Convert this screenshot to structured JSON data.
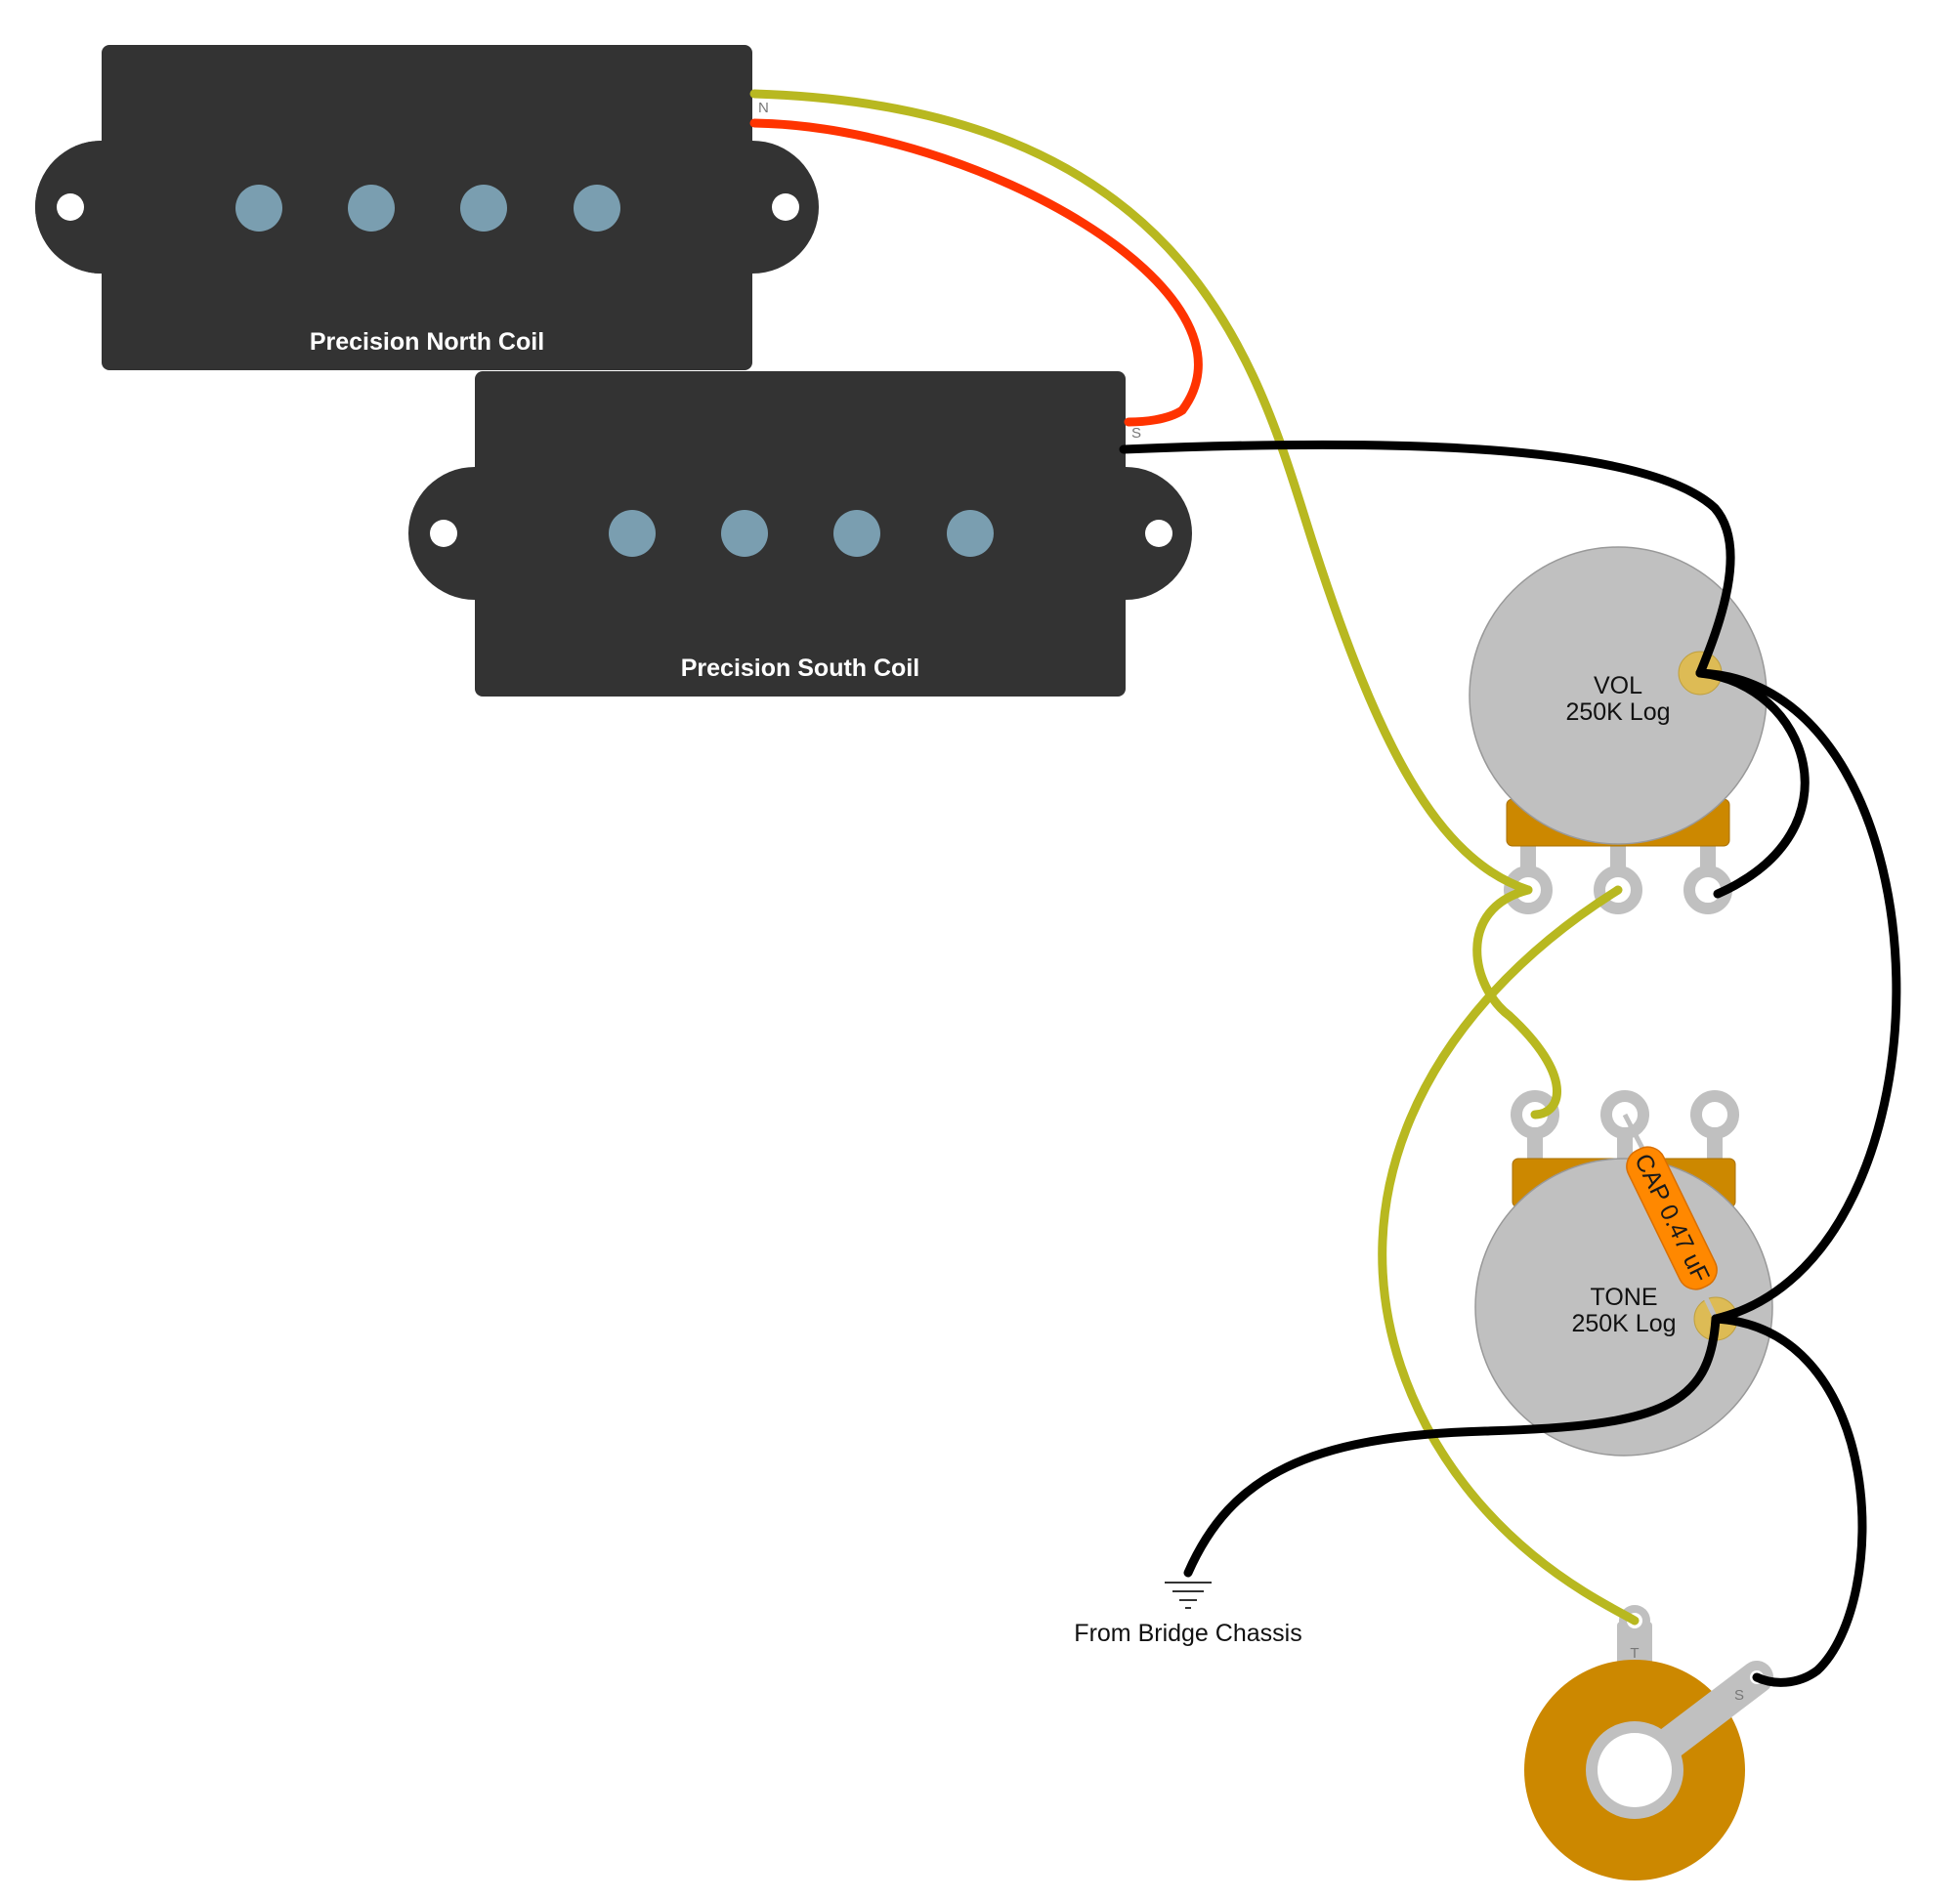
{
  "pickups": {
    "north": {
      "label": "Precision North Coil",
      "terminal_label": "N"
    },
    "south": {
      "label": "Precision South Coil",
      "terminal_label": "S"
    }
  },
  "pots": {
    "volume": {
      "name": "VOL",
      "value": "250K Log"
    },
    "tone": {
      "name": "TONE",
      "value": "250K Log"
    }
  },
  "capacitor": {
    "label": "CAP 0.47 uF"
  },
  "jack": {
    "tip_label": "T",
    "sleeve_label": "S"
  },
  "ground": {
    "label": "From Bridge Chassis"
  },
  "colors": {
    "pickup_body": "#333333",
    "pole_piece": "#7a9eb0",
    "pot_body": "#c0c0c0",
    "pot_base": "#cc8800",
    "lug": "#c0c0c0",
    "solder": "#ddbb55",
    "wire_yellow": "#b8b820",
    "wire_red": "#ff3300",
    "wire_black": "#000000",
    "capacitor": "#ff8800",
    "jack_plate": "#cc8800"
  }
}
